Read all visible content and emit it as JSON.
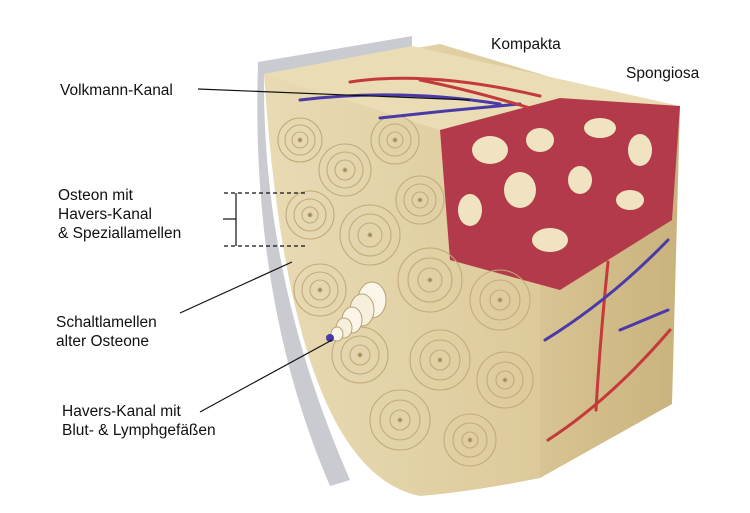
{
  "labels": {
    "volkmann": "Volkmann-Kanal",
    "osteon": "Osteon mit\nHavers-Kanal\n& Speziallamellen",
    "schaltlamellen": "Schaltlamellen\nalter Osteone",
    "havers": "Havers-Kanal mit\nBlut- & Lymphgefäßen",
    "kompakta": "Kompakta",
    "spongiosa": "Spongiosa"
  },
  "colors": {
    "bone": "#efe3c2",
    "bone_shade": "#d9c79b",
    "marrow": "#b33a4a",
    "artery": "#c43a3a",
    "vein": "#4a3aa8",
    "periosteum": "#c9cbd0"
  }
}
